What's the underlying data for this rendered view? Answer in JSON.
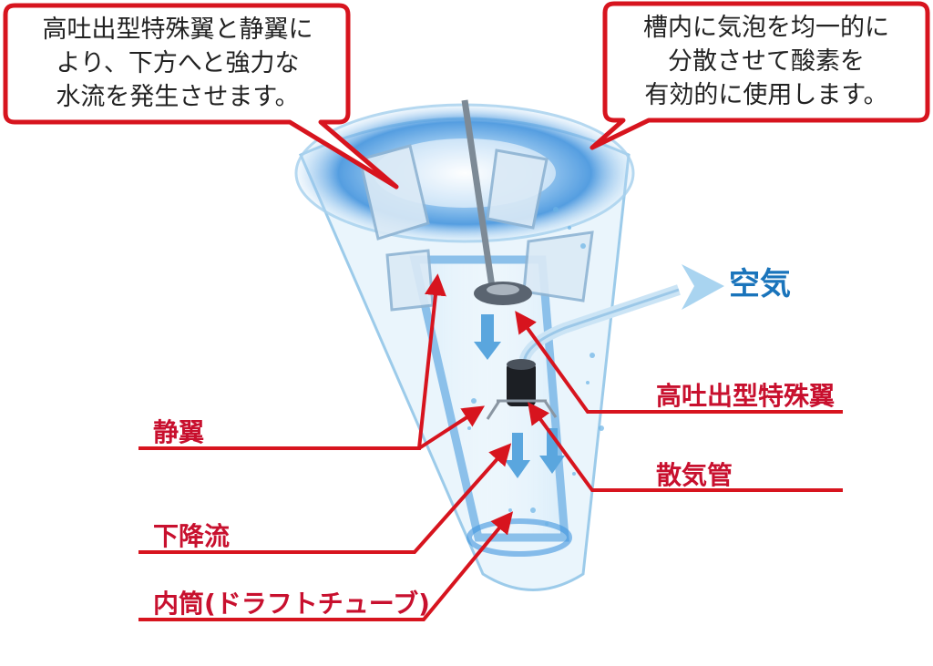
{
  "callouts": {
    "left": [
      "高吐出型特殊翼と静翼に",
      "より、下方へと強力な",
      "水流を発生させます。"
    ],
    "right": [
      "槽内に気泡を均一的に",
      "分散させて酸素を",
      "有効的に使用します。"
    ]
  },
  "labels": {
    "air": "空気",
    "impeller": "高吐出型特殊翼",
    "diffuser": "散気管",
    "stator": "静翼",
    "downflow": "下降流",
    "draft_tube": "内筒(ドラフトチューブ)"
  },
  "colors": {
    "callout_border": "#d7141e",
    "label_red": "#c8102e",
    "air_blue": "#1a74bb",
    "water_blue": "#4da3e0",
    "arrow_blue": "#5aa6de"
  }
}
